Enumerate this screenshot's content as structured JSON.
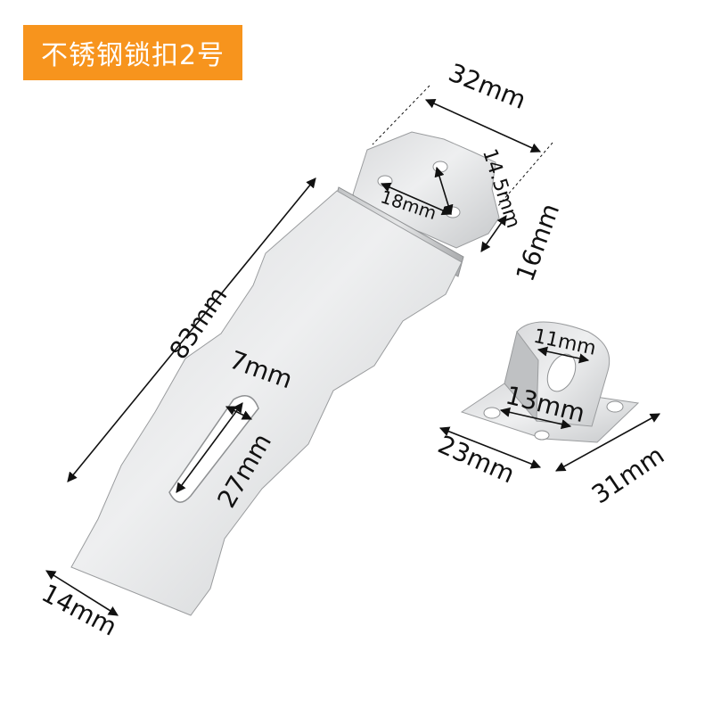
{
  "banner": {
    "text": "不锈钢锁扣2号",
    "color": "#f7941d"
  },
  "colors": {
    "steel_light": "#e9eaeb",
    "steel_mid": "#c9cbcd",
    "steel_dark": "#8e9092",
    "line": "#111111"
  },
  "dimensions": {
    "total_width": "32mm",
    "hole_spacing_vertical": "14.5mm",
    "hole_spacing_horizontal": "18mm",
    "hinge_width": "16mm",
    "total_length": "83mm",
    "slot_width": "7mm",
    "slot_length": "27mm",
    "tip_width": "14mm",
    "staple_hole": "11mm",
    "staple_hole_spacing": "13mm",
    "staple_width": "23mm",
    "staple_length": "31mm"
  }
}
